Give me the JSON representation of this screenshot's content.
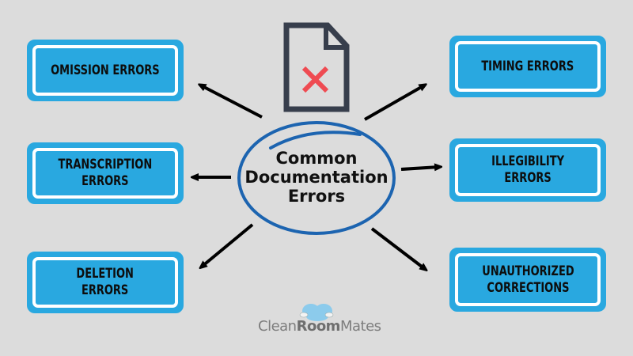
{
  "diagram": {
    "center": {
      "title": "Common\nDocumentation\nErrors",
      "ellipse_color": "#1c64b0"
    },
    "icon": {
      "name": "document-error-icon",
      "outline_color": "#373e4c",
      "x_color": "#ef4b52"
    },
    "nodes": [
      {
        "id": "omission",
        "label": "OMISSION ERRORS",
        "side": "left",
        "position": "top"
      },
      {
        "id": "transcription",
        "label": "TRANSCRIPTION\nERRORS",
        "side": "left",
        "position": "middle"
      },
      {
        "id": "deletion",
        "label": "DELETION\nERRORS",
        "side": "left",
        "position": "bottom"
      },
      {
        "id": "timing",
        "label": "TIMING ERRORS",
        "side": "right",
        "position": "top"
      },
      {
        "id": "illegibility",
        "label": "ILLEGIBILITY\nERRORS",
        "side": "right",
        "position": "middle"
      },
      {
        "id": "unauthorized",
        "label": "UNAUTHORIZED\nCORRECTIONS",
        "side": "right",
        "position": "bottom"
      }
    ],
    "colors": {
      "background": "#dcdcdc",
      "box_fill": "#29a8e0",
      "box_inner_border": "#ffffff",
      "arrow": "#000000",
      "text": "#0d0d0d"
    }
  },
  "logo": {
    "part1": "Clean",
    "part2": "Room",
    "part3": "Mates",
    "mascot_color": "#8ccbec"
  }
}
